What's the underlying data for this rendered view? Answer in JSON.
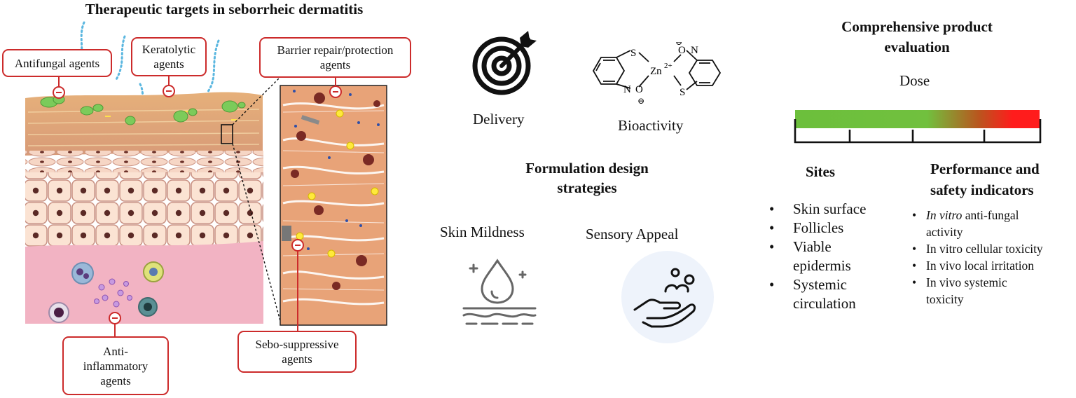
{
  "left_panel": {
    "title": "Therapeutic targets in seborrheic dermatitis",
    "callouts": {
      "antifungal": "Antifungal agents",
      "keratolytic": "Keratolytic agents",
      "barrier": "Barrier repair/protection agents",
      "anti_inflammatory": "Anti-inflammatory agents",
      "sebo_suppressive": "Sebo-suppressive agents"
    }
  },
  "middle_panel": {
    "delivery": "Delivery",
    "bioactivity": "Bioactivity",
    "molecule": {
      "s1": "S",
      "s2": "S",
      "o1": "O",
      "o2": "O",
      "n1": "N",
      "n2": "N",
      "zn": "Zn",
      "charge": "2+",
      "minus": "⊖"
    },
    "heading_line1": "Formulation design",
    "heading_line2": "strategies",
    "skin_mildness": "Skin Mildness",
    "sensory_appeal": "Sensory Appeal",
    "icons": [
      "target-arrow-icon",
      "water-drop-skin-icon",
      "hand-foam-icon"
    ]
  },
  "right_panel": {
    "heading_line1": "Comprehensive product",
    "heading_line2": "evaluation",
    "dose": "Dose",
    "gradient": {
      "start": "#6cbf3c",
      "end": "#ff1c1c"
    },
    "sites_title": "Sites",
    "sites": [
      "Skin surface",
      "Follicles",
      "Viable epidermis",
      "Systemic circulation"
    ],
    "perf_title_line1": "Performance and",
    "perf_title_line2": "safety indicators",
    "perf_items": [
      {
        "em": "In vitro",
        "rest": " anti-fungal activity"
      },
      {
        "em": "",
        "rest": "In vitro cellular toxicity"
      },
      {
        "em": "",
        "rest": "In vivo local irritation"
      },
      {
        "em": "",
        "rest": "In vivo systemic toxicity"
      }
    ]
  },
  "colors": {
    "accent_red": "#cc2b2b",
    "skin_tan": "#e0a27d",
    "dermis_pink": "#f2b3c3"
  }
}
